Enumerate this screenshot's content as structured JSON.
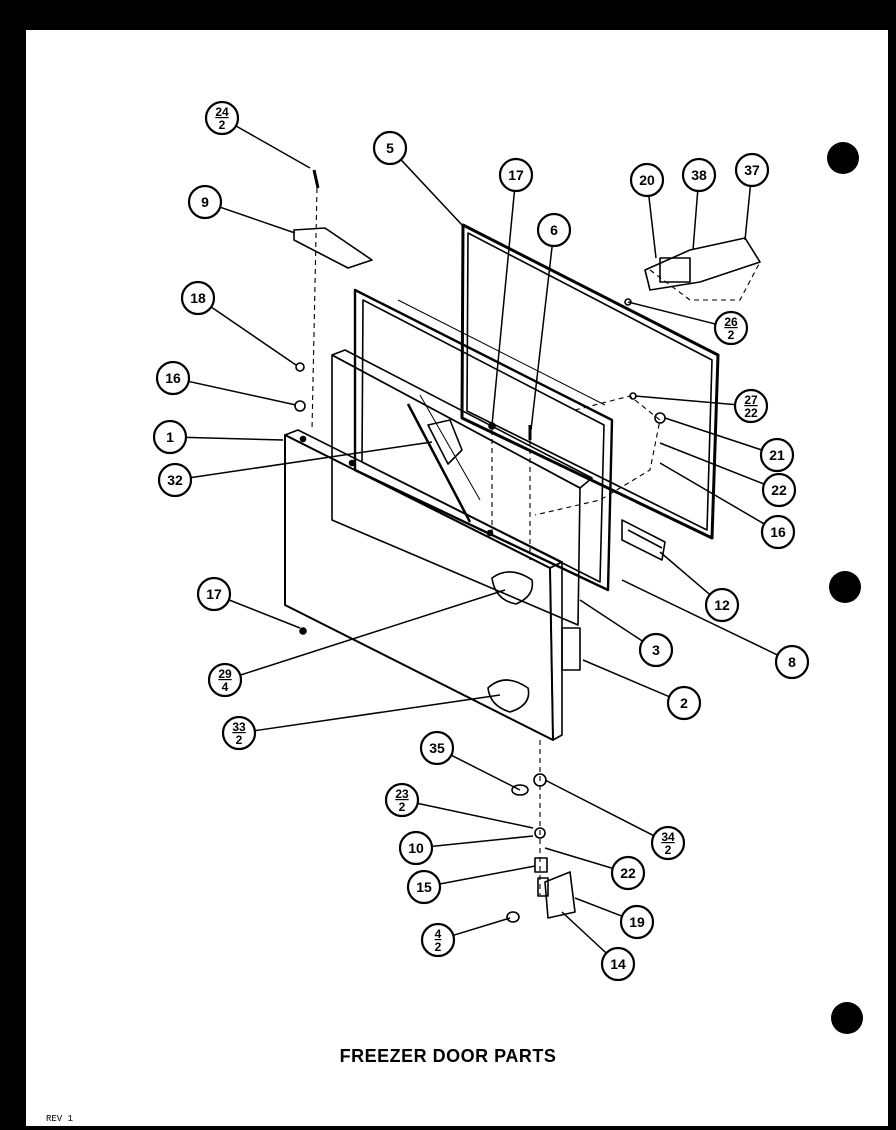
{
  "title": "FREEZER DOOR PARTS",
  "revision": "REV 1",
  "callouts": [
    {
      "id": "24",
      "qty": "2"
    },
    {
      "id": "9",
      "qty": ""
    },
    {
      "id": "18",
      "qty": ""
    },
    {
      "id": "16",
      "qty": ""
    },
    {
      "id": "1",
      "qty": ""
    },
    {
      "id": "32",
      "qty": ""
    },
    {
      "id": "17",
      "qty": ""
    },
    {
      "id": "29",
      "qty": "4"
    },
    {
      "id": "33",
      "qty": "2"
    },
    {
      "id": "5",
      "qty": ""
    },
    {
      "id": "17",
      "qty": ""
    },
    {
      "id": "6",
      "qty": ""
    },
    {
      "id": "20",
      "qty": ""
    },
    {
      "id": "38",
      "qty": ""
    },
    {
      "id": "37",
      "qty": ""
    },
    {
      "id": "26",
      "qty": "2"
    },
    {
      "id": "27",
      "qty": "22"
    },
    {
      "id": "21",
      "qty": ""
    },
    {
      "id": "22",
      "qty": ""
    },
    {
      "id": "16",
      "qty": ""
    },
    {
      "id": "12",
      "qty": ""
    },
    {
      "id": "8",
      "qty": ""
    },
    {
      "id": "3",
      "qty": ""
    },
    {
      "id": "2",
      "qty": ""
    },
    {
      "id": "35",
      "qty": ""
    },
    {
      "id": "23",
      "qty": "2"
    },
    {
      "id": "34",
      "qty": "2"
    },
    {
      "id": "10",
      "qty": ""
    },
    {
      "id": "22",
      "qty": ""
    },
    {
      "id": "15",
      "qty": ""
    },
    {
      "id": "19",
      "qty": ""
    },
    {
      "id": "4",
      "qty": "2"
    },
    {
      "id": "14",
      "qty": ""
    }
  ]
}
